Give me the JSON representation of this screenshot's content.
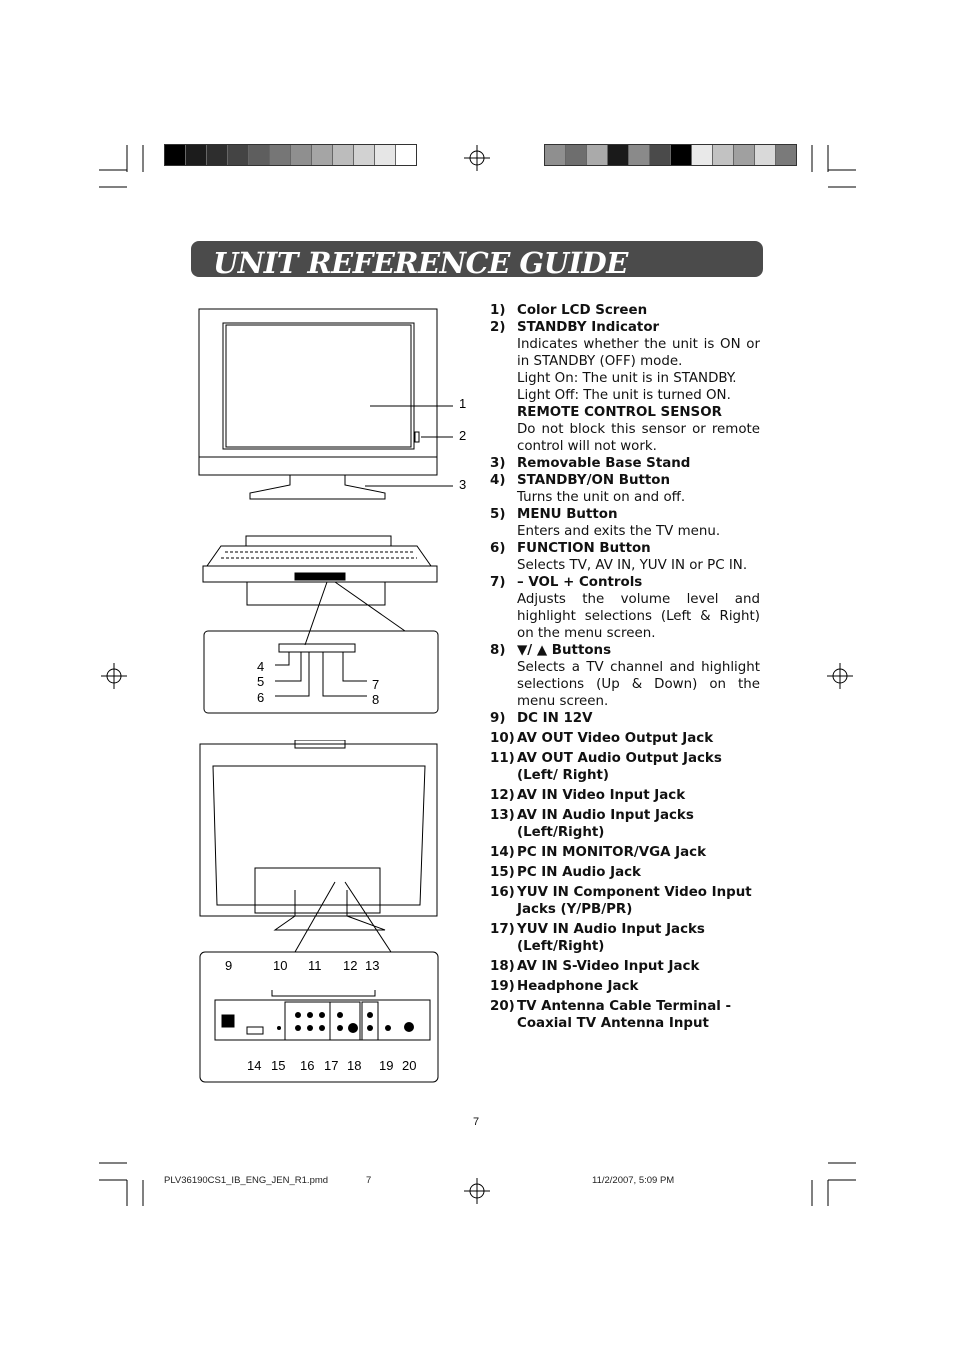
{
  "title": "UNIT REFERENCE GUIDE",
  "strip_left_colors": [
    "#000000",
    "#1c1c1c",
    "#2e2e2e",
    "#444444",
    "#5e5e5e",
    "#767676",
    "#8f8f8f",
    "#a5a5a5",
    "#bcbcbc",
    "#d2d2d2",
    "#e6e6e6",
    "#ffffff"
  ],
  "strip_right_colors": [
    "#8f8f8f",
    "#6e6e6e",
    "#aaaaaa",
    "#1a1a1a",
    "#8a8a8a",
    "#4a4a4a",
    "#000000",
    "#e9e9e9",
    "#c2c2c2",
    "#a0a0a0",
    "#d9d9d9",
    "#7a7a7a"
  ],
  "front_callouts": [
    "1",
    "2",
    "3"
  ],
  "panel_callouts": [
    "4",
    "5",
    "6",
    "7",
    "8"
  ],
  "rear_callouts_top": [
    "9",
    "10",
    "11",
    "12",
    "13"
  ],
  "rear_callouts_bottom": [
    "14",
    "15",
    "16",
    "17",
    "18",
    "19",
    "20"
  ],
  "items": [
    {
      "num": "1)",
      "head": "Color LCD Screen",
      "lines": []
    },
    {
      "num": "2)",
      "head": "STANDBY Indicator",
      "lines": [
        {
          "t": "Indicates whether the unit is ON or in STANDBY (OFF) mode.",
          "b": false
        },
        {
          "t": "Light On: The unit is in STANDBY.",
          "b": false
        },
        {
          "t": "Light Off: The unit is turned ON.",
          "b": false
        },
        {
          "t": "REMOTE CONTROL SENSOR",
          "b": true
        },
        {
          "t": "Do not block this sensor or remote control will not work.",
          "b": false
        }
      ]
    },
    {
      "num": "3)",
      "head": "Removable Base Stand",
      "lines": []
    },
    {
      "num": "4)",
      "head": "STANDBY/ON Button",
      "lines": [
        {
          "t": "Turns the unit on and off.",
          "b": false
        }
      ]
    },
    {
      "num": "5)",
      "head": "MENU Button",
      "lines": [
        {
          "t": "Enters and exits the TV menu.",
          "b": false
        }
      ]
    },
    {
      "num": "6)",
      "head": "FUNCTION Button",
      "lines": [
        {
          "t": "Selects TV, AV IN, YUV IN or PC IN.",
          "b": false
        }
      ]
    },
    {
      "num": "7)",
      "head": "– VOL + Controls",
      "lines": [
        {
          "t": "Adjusts the volume level and highlight selections (Left & Right) on the menu screen.",
          "b": false
        }
      ]
    },
    {
      "num": "8)",
      "head": "▼/ ▲ Buttons",
      "lines": [
        {
          "t": "Selects a TV channel and highlight selections (Up & Down) on the menu screen.",
          "b": false
        }
      ]
    },
    {
      "num": "9)",
      "head": "DC IN 12V",
      "lines": []
    },
    {
      "num": "10)",
      "head": "AV OUT Video Output Jack",
      "lines": []
    },
    {
      "num": "11)",
      "head": "AV OUT Audio Output Jacks (Left/ Right)",
      "lines": []
    },
    {
      "num": "12)",
      "head": "AV IN Video Input Jack",
      "lines": []
    },
    {
      "num": "13)",
      "head": "AV IN Audio Input Jacks (Left/Right)",
      "lines": []
    },
    {
      "num": "14)",
      "head": "PC IN MONITOR/VGA Jack",
      "lines": []
    },
    {
      "num": "15)",
      "head": "PC IN Audio Jack",
      "lines": []
    },
    {
      "num": "16)",
      "head": "YUV IN Component Video Input Jacks (Y/PB/PR)",
      "lines": []
    },
    {
      "num": "17)",
      "head": "YUV IN Audio Input Jacks (Left/Right)",
      "lines": []
    },
    {
      "num": "18)",
      "head": "AV IN S-Video Input Jack",
      "lines": []
    },
    {
      "num": "19)",
      "head": "Headphone Jack",
      "lines": []
    },
    {
      "num": "20)",
      "head": "TV Antenna Cable Terminal - Coaxial TV Antenna Input",
      "lines": []
    }
  ],
  "page_number": "7",
  "footer": {
    "file": "PLV36190CS1_IB_ENG_JEN_R1.pmd",
    "page": "7",
    "date": "11/2/2007, 5:09 PM"
  }
}
